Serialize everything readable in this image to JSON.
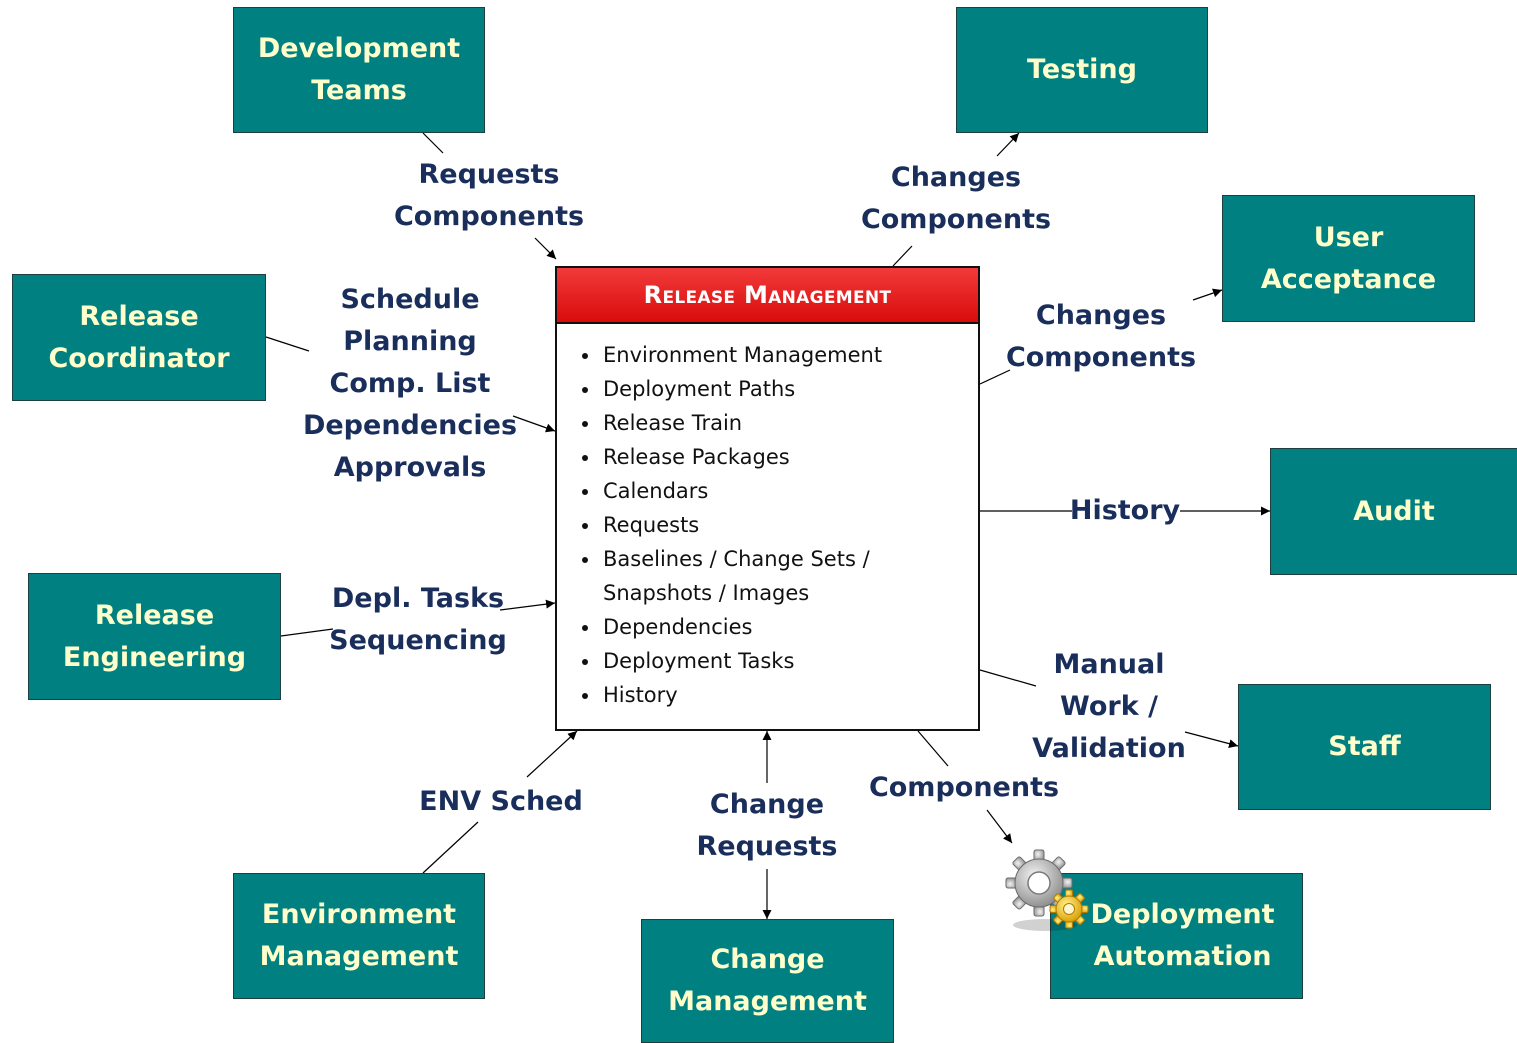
{
  "central": {
    "title": "Release Management",
    "items": [
      "Environment Management",
      "Deployment Paths",
      "Release Train",
      "Release Packages",
      "Calendars",
      "Requests",
      "Baselines / Change Sets / Snapshots / Images",
      "Dependencies",
      "Deployment Tasks",
      "History"
    ]
  },
  "boxes": {
    "development_teams": "Development\nTeams",
    "testing": "Testing",
    "user_acceptance": "User\nAcceptance",
    "release_coordinator": "Release\nCoordinator",
    "audit": "Audit",
    "release_engineering": "Release\nEngineering",
    "staff": "Staff",
    "environment_management": "Environment\nManagement",
    "change_management": "Change\nManagement",
    "deployment_automation": "Deployment\nAutomation"
  },
  "labels": {
    "dev_teams": "Requests\nComponents",
    "testing": "Changes\nComponents",
    "user_acceptance": "Changes\nComponents",
    "release_coordinator": "Schedule\nPlanning\nComp. List\nDependencies\nApprovals",
    "audit": "History",
    "release_engineering": "Depl. Tasks\nSequencing",
    "staff": "Manual\nWork /\nValidation",
    "environment_management": "ENV Sched",
    "change_management": "Change\nRequests",
    "deployment_automation": "Components"
  },
  "icons": {
    "deployment_automation": "gear-icon"
  },
  "colors": {
    "box_fill": "#008080",
    "box_text": "#ffffcc",
    "label_text": "#1a2e5c",
    "header_red": "#e01010",
    "header_text": "#ffffff"
  }
}
